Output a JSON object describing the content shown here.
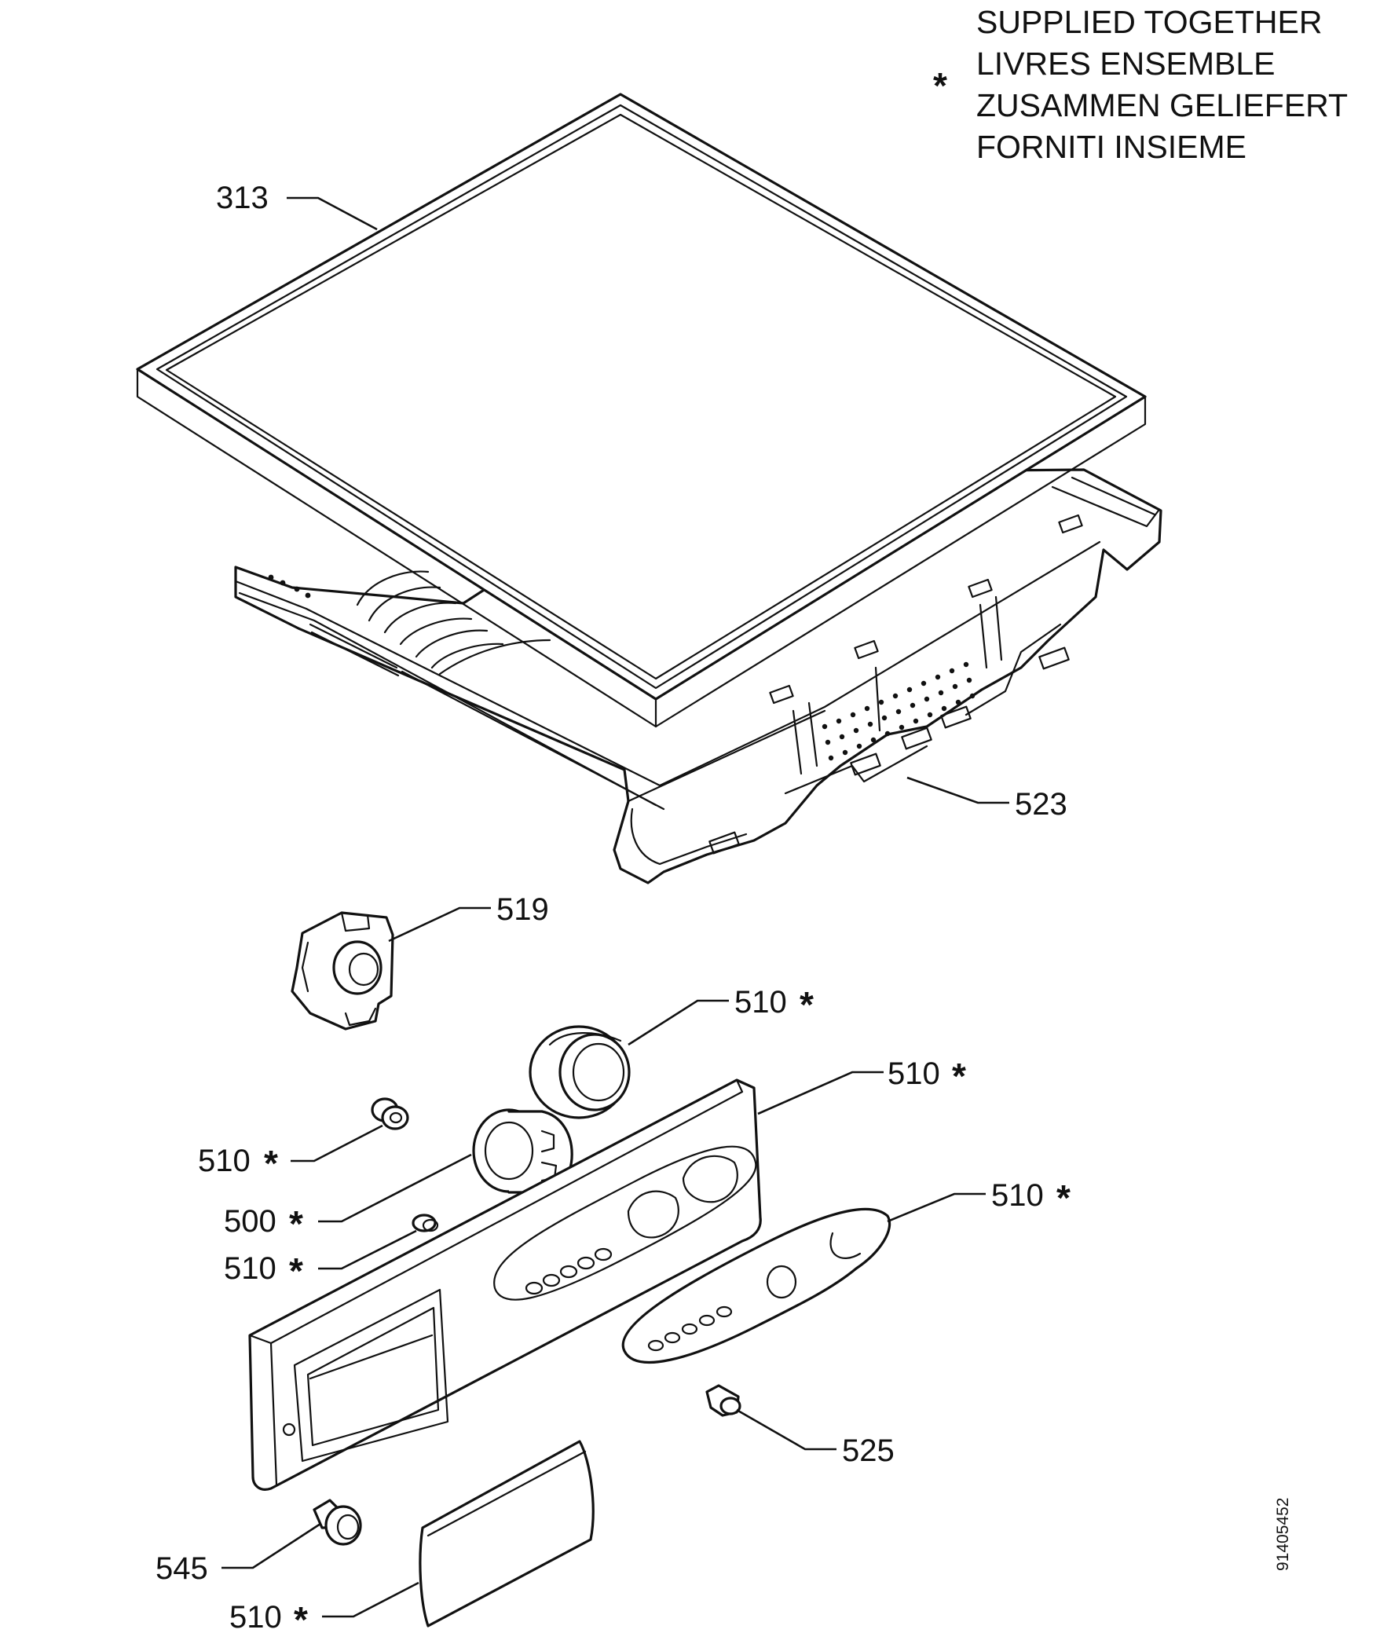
{
  "legend": {
    "marker": "*",
    "lines": [
      "SUPPLIED TOGETHER",
      "LIVRES ENSEMBLE",
      "ZUSAMMEN GELIEFERT",
      "FORNITI INSIEME"
    ]
  },
  "document_number": "91405452",
  "callouts": [
    {
      "part": "313",
      "asterisk": ""
    },
    {
      "part": "523",
      "asterisk": ""
    },
    {
      "part": "519",
      "asterisk": ""
    },
    {
      "part": "510",
      "asterisk": "*"
    },
    {
      "part": "510",
      "asterisk": "*"
    },
    {
      "part": "510",
      "asterisk": "*"
    },
    {
      "part": "500",
      "asterisk": "*"
    },
    {
      "part": "510",
      "asterisk": "*"
    },
    {
      "part": "510",
      "asterisk": "*"
    },
    {
      "part": "525",
      "asterisk": ""
    },
    {
      "part": "545",
      "asterisk": ""
    },
    {
      "part": "510",
      "asterisk": "*"
    }
  ]
}
